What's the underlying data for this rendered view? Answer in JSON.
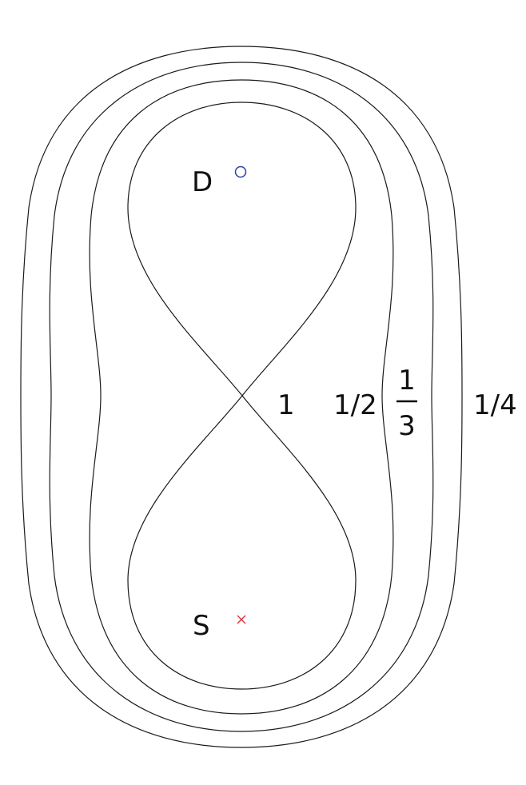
{
  "points": {
    "detector": {
      "label": "D",
      "marker": "circle-marker",
      "color": "#2b3fa8"
    },
    "source": {
      "label": "S",
      "marker": "cross-marker",
      "color": "#d9343a"
    }
  },
  "contours": [
    {
      "label": "1"
    },
    {
      "label": "1/2"
    },
    {
      "label_numerator": "1",
      "label_denominator": "3"
    },
    {
      "label": "1/4"
    }
  ]
}
